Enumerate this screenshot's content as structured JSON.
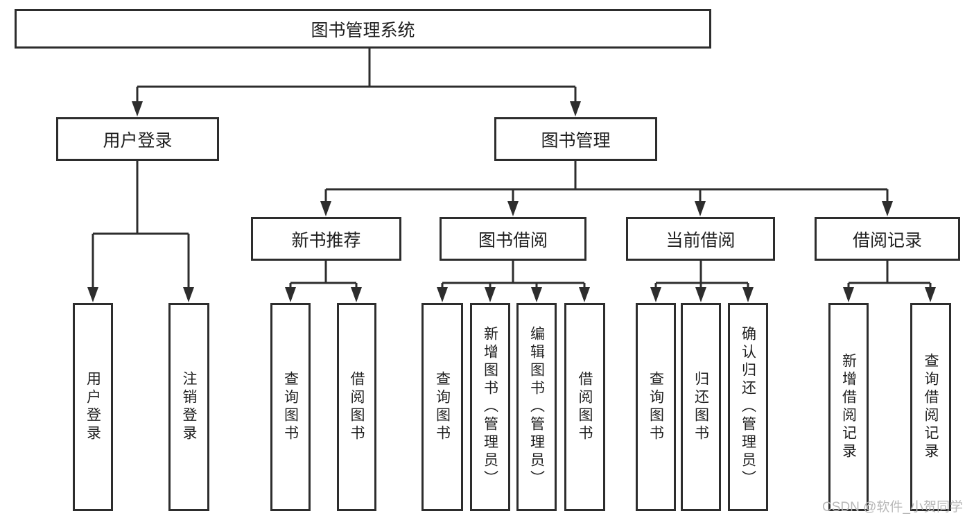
{
  "tree": {
    "root": "图书管理系统",
    "user_login": {
      "label": "用户登录",
      "children": [
        "用户登录",
        "注销登录"
      ]
    },
    "book_mgmt": {
      "label": "图书管理",
      "sections": [
        {
          "label": "新书推荐",
          "children": [
            "查询图书",
            "借阅图书"
          ]
        },
        {
          "label": "图书借阅",
          "children": [
            "查询图书",
            "新增图书（管理员）",
            "编辑图书（管理员）",
            "借阅图书"
          ]
        },
        {
          "label": "当前借阅",
          "children": [
            "查询图书",
            "归还图书",
            "确认归还（管理员）"
          ]
        },
        {
          "label": "借阅记录",
          "children": [
            "新增借阅记录",
            "查询借阅记录"
          ]
        }
      ]
    }
  },
  "watermark": "CSDN @软件_小贺同学",
  "colors": {
    "line": "#2d2d2d",
    "box_border": "#2d2d2d",
    "text": "#1f1f1f",
    "watermark": "#b8b8b8",
    "background": "#ffffff"
  }
}
